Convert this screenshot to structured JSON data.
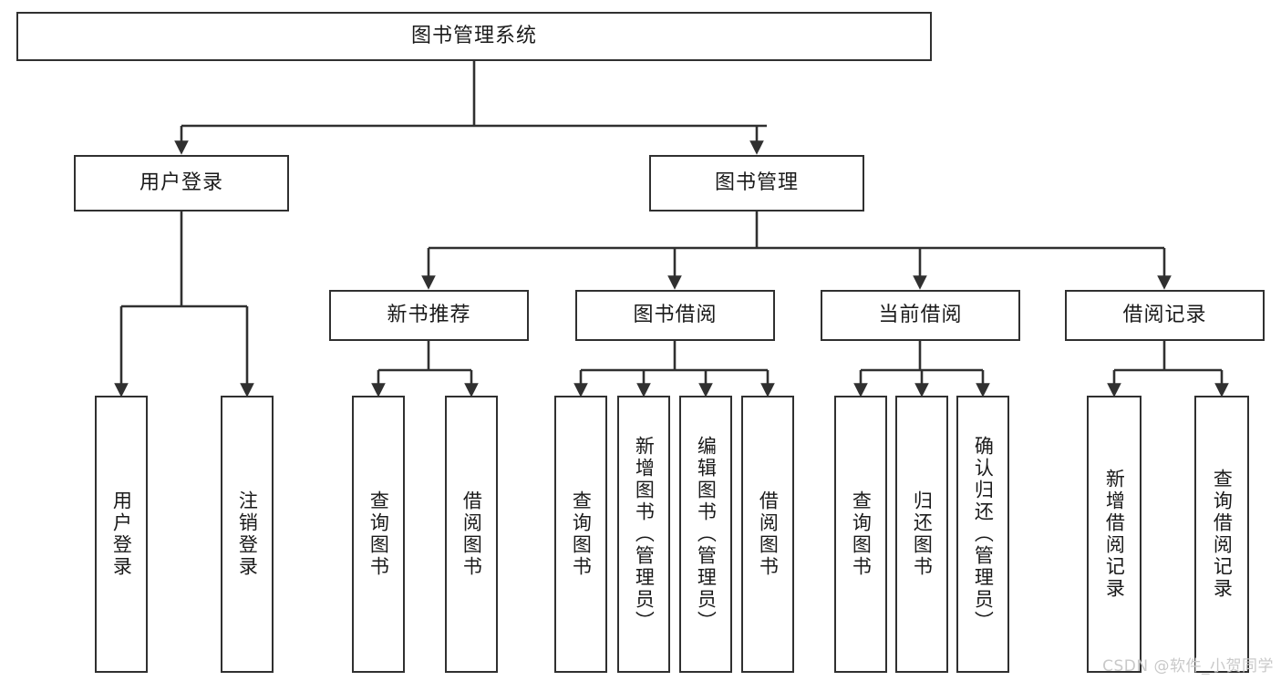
{
  "diagram": {
    "type": "tree",
    "title": "图书管理系统",
    "watermark": "CSDN @软件_小贺同学",
    "colors": {
      "box_border": "#303030",
      "box_fill": "#ffffff",
      "edge": "#303030",
      "text": "#1a1a1a",
      "watermark": "#c9c9c9"
    },
    "root": {
      "label": "图书管理系统"
    },
    "level2": [
      {
        "label": "用户登录"
      },
      {
        "label": "图书管理"
      }
    ],
    "level3": [
      {
        "label": "新书推荐"
      },
      {
        "label": "图书借阅"
      },
      {
        "label": "当前借阅"
      },
      {
        "label": "借阅记录"
      }
    ],
    "leaves": {
      "user_login": [
        {
          "label": "用户登录"
        },
        {
          "label": "注销登录"
        }
      ],
      "new_book": [
        {
          "label": "查询图书"
        },
        {
          "label": "借阅图书"
        }
      ],
      "book_borrow": [
        {
          "label": "查询图书"
        },
        {
          "label": "新增图书（管理员）"
        },
        {
          "label": "编辑图书（管理员）"
        },
        {
          "label": "借阅图书"
        }
      ],
      "current_borrow": [
        {
          "label": "查询图书"
        },
        {
          "label": "归还图书"
        },
        {
          "label": "确认归还（管理员）"
        }
      ],
      "borrow_record": [
        {
          "label": "新增借阅记录"
        },
        {
          "label": "查询借阅记录"
        }
      ]
    }
  }
}
